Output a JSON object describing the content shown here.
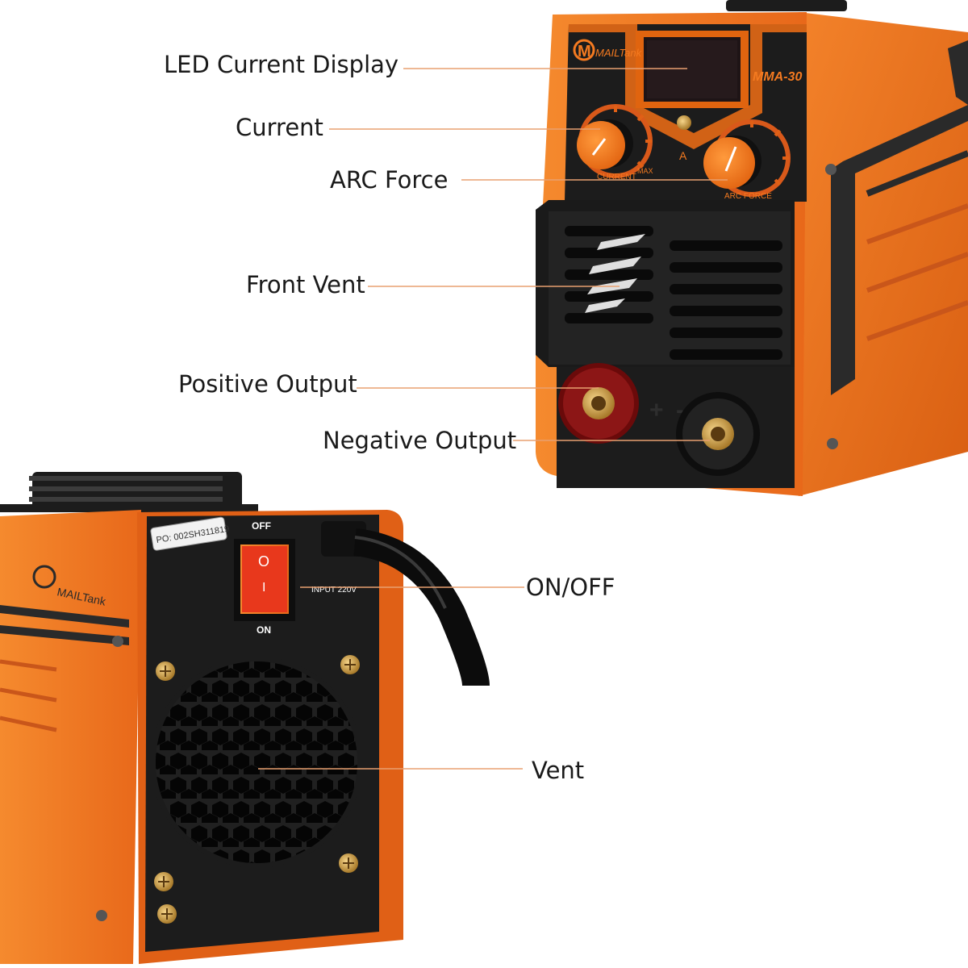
{
  "callouts": {
    "led_display": "LED Current Display",
    "current": "Current",
    "arc_force": "ARC Force",
    "front_vent": "Front Vent",
    "positive_output": "Positive Output",
    "negative_output": "Negative Output",
    "on_off": "ON/OFF",
    "vent": "Vent"
  },
  "device_front": {
    "brand": "MAILTank",
    "model": "MMA-30",
    "knob_current_label": "CURRENT",
    "knob_current_max": "MAX",
    "knob_arc_label": "ARC FORCE",
    "amp_symbol": "A",
    "plus_sign": "+",
    "minus_sign": "-"
  },
  "device_back": {
    "brand": "MAILTank",
    "po_sticker": "PO: 002SH311819",
    "switch_off": "OFF",
    "switch_on": "ON",
    "switch_symbol_off": "O",
    "switch_symbol_on": "I",
    "input_label": "INPUT 220V"
  },
  "colors": {
    "body_orange": "#f47a20",
    "panel_black": "#1c1c1c",
    "leader_line": "#e8a070",
    "positive_red": "#7a0d0d",
    "switch_red": "#e8381c"
  }
}
